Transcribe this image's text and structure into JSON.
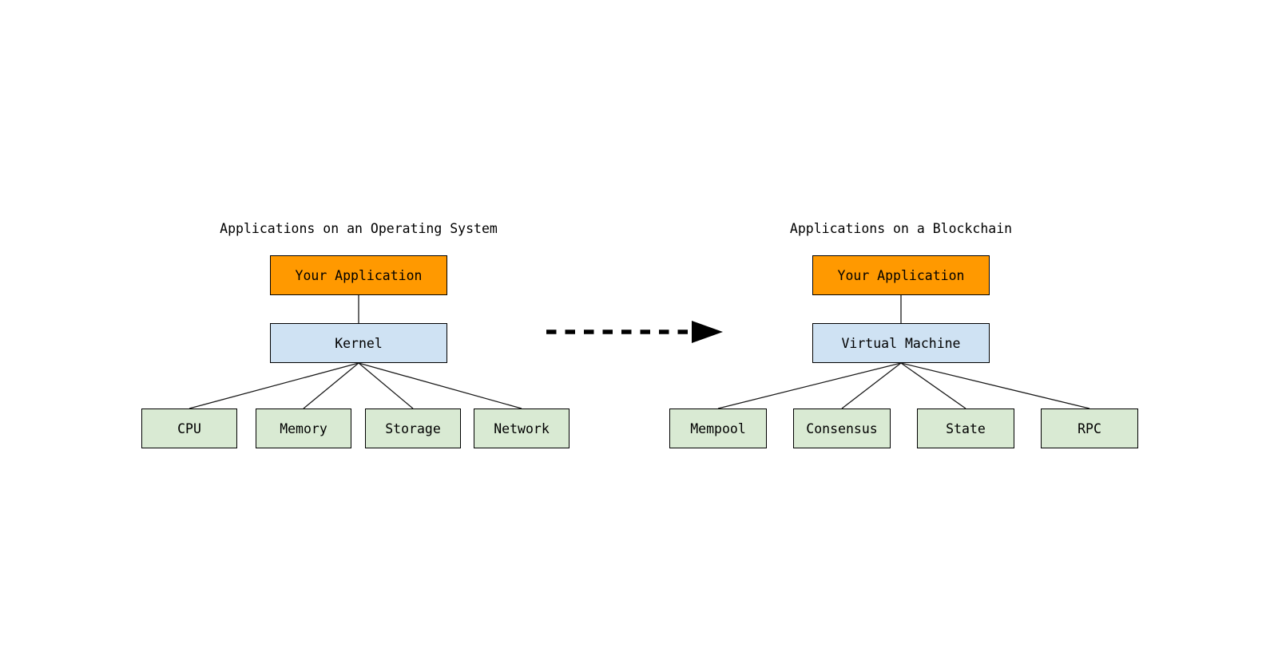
{
  "diagram": {
    "left": {
      "title": "Applications on an Operating System",
      "app_box": "Your Application",
      "platform_box": "Kernel",
      "children": [
        "CPU",
        "Memory",
        "Storage",
        "Network"
      ]
    },
    "right": {
      "title": "Applications on a Blockchain",
      "app_box": "Your Application",
      "platform_box": "Virtual Machine",
      "children": [
        "Mempool",
        "Consensus",
        "State",
        "RPC"
      ]
    },
    "arrow": {
      "icon": "dashed-right-arrow"
    },
    "colors": {
      "app_fill": "#ff9900",
      "platform_fill": "#cfe2f3",
      "child_fill": "#d9ead3",
      "box_border": "#000000",
      "connector_line": "#1a1a1a",
      "arrow": "#000000",
      "text": "#000000",
      "background": "#ffffff"
    }
  }
}
